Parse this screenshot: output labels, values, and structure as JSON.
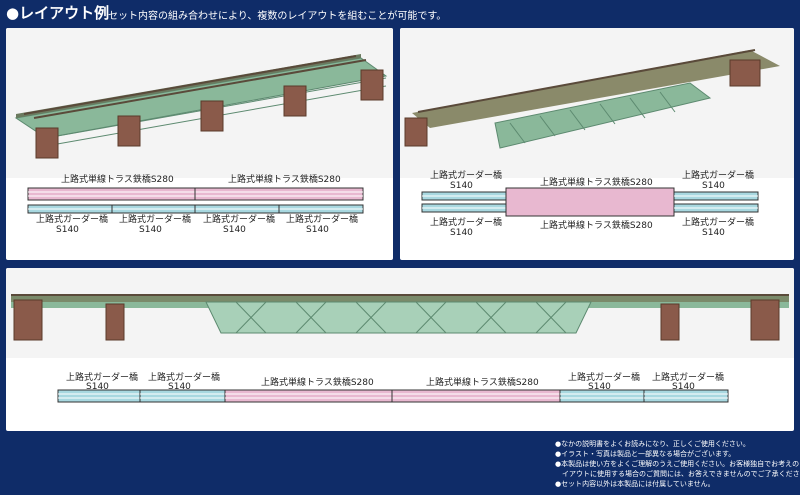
{
  "header": {
    "title": "●レイアウト例",
    "subtitle": "セット内容の組み合わせにより、複数のレイアウトを組むことが可能です。"
  },
  "labels": {
    "truss": "上路式単線トラス鉄橋S280",
    "girder": "上路式ガーダー橋",
    "s140": "S140"
  },
  "colors": {
    "background": "#0f2c68",
    "truss_track": "#e8b8d0",
    "girder_track": "#a8d8e0",
    "bridge_green": "#8ab89a",
    "pier": "#8a5a4a"
  },
  "notes": [
    "●なかの説明書をよくお読みになり、正しくご使用ください。",
    "●イラスト・写真は製品と一部異なる場合がございます。",
    "●本製品は使い方をよくご理解のうえご使用ください。お客様独自でお考えのレ",
    "　イアウトに使用する場合のご質問には、お答えできませんのでご了承ください。",
    "●セット内容以外は本製品には付属していません。"
  ]
}
